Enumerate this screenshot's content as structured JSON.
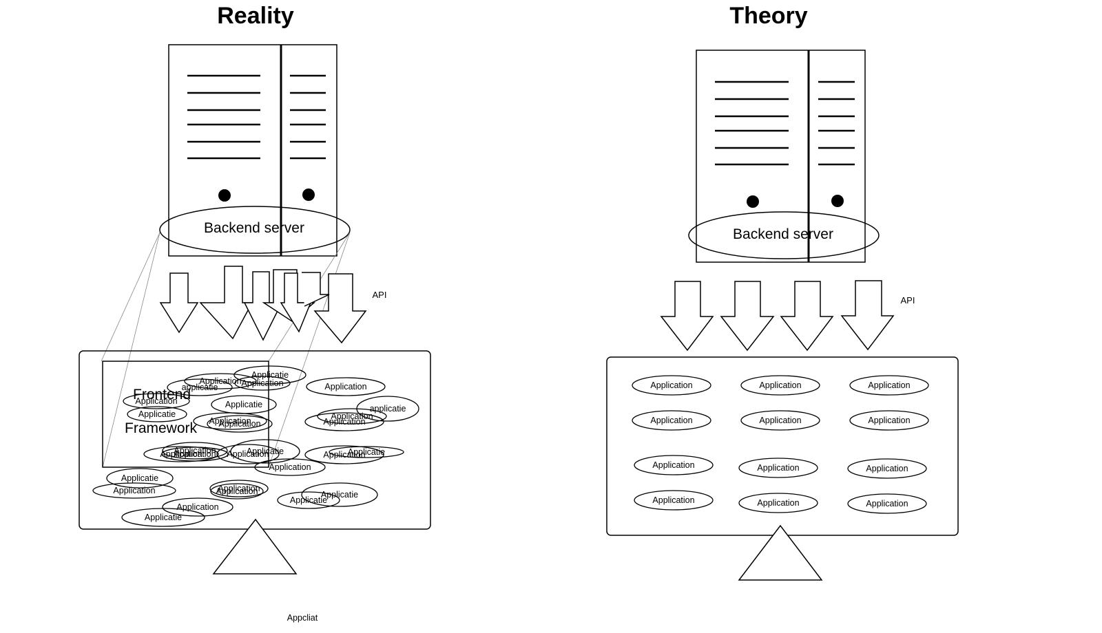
{
  "left_panel": {
    "title": "Reality",
    "server_label": "Backend server",
    "api_label": "API",
    "framework_label_line1": "Frontend",
    "framework_label_line2": "Framework",
    "apps": [
      "applicatie",
      "Application",
      "Applicatie",
      "Application",
      "Applicatie",
      "Application",
      "Application",
      "applicatie",
      "Applicatie",
      "Application",
      "Application",
      "Application",
      "Application",
      "Applicatie",
      "Application",
      "Application",
      "Applicatie",
      "Application",
      "Applicatie",
      "Application",
      "Application",
      "Application",
      "Applicatie",
      "Applicatie",
      "Application",
      "Applicatie",
      "Application",
      "Application",
      "Application"
    ],
    "caption": "Appcliat"
  },
  "right_panel": {
    "title": "Theory",
    "server_label": "Backend server",
    "api_label": "API",
    "apps": [
      "Application",
      "Application",
      "Application",
      "Application",
      "Application",
      "Application",
      "Application",
      "Application",
      "Application",
      "Application",
      "Application",
      "Application"
    ]
  }
}
